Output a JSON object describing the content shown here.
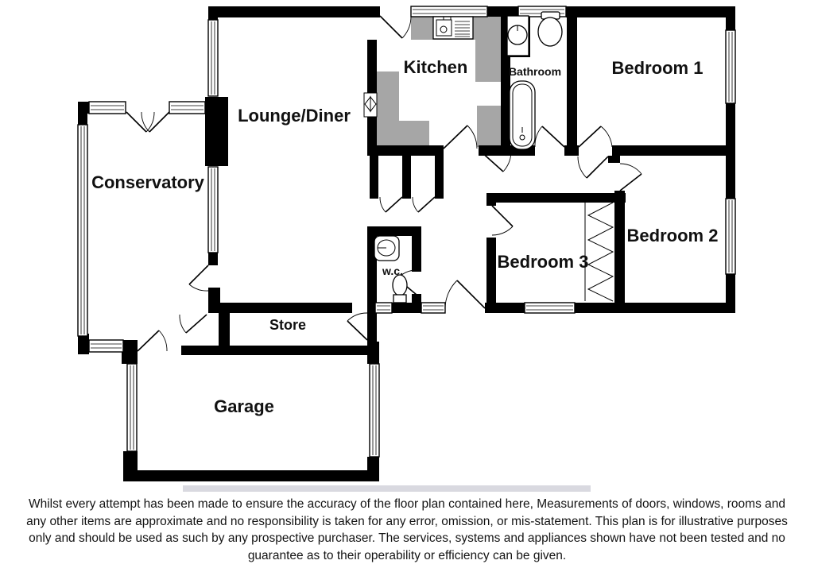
{
  "rooms": {
    "lounge_diner": {
      "label": "Lounge/Diner"
    },
    "kitchen": {
      "label": "Kitchen"
    },
    "bathroom": {
      "label": "Bathroom"
    },
    "bedroom1": {
      "label": "Bedroom 1"
    },
    "bedroom2": {
      "label": "Bedroom 2"
    },
    "bedroom3": {
      "label": "Bedroom 3"
    },
    "conservatory": {
      "label": "Conservatory"
    },
    "wc": {
      "label": "w.c."
    },
    "store": {
      "label": "Store"
    },
    "garage": {
      "label": "Garage"
    }
  },
  "fixtures": [
    "kitchen-sink-drainer",
    "kitchen-worktops",
    "serving-hatch",
    "bathroom-basin",
    "bathroom-toilet",
    "bathtub",
    "wc-basin",
    "wc-toilet",
    "built-in-wardrobe"
  ],
  "disclaimer": "Whilst every attempt has been made to ensure the accuracy of the floor plan contained here, Measurements of doors, windows, rooms and any other items are approximate and no responsibility is taken for any error, omission, or mis-statement. This plan is for illustrative purposes only and should be used as such by any prospective purchaser. The services, systems and appliances shown have not been tested and no guarantee as to their operability or efficiency can be given.",
  "colors": {
    "wall": "#000000",
    "worktop": "#a6a6a6",
    "background": "#ffffff"
  }
}
